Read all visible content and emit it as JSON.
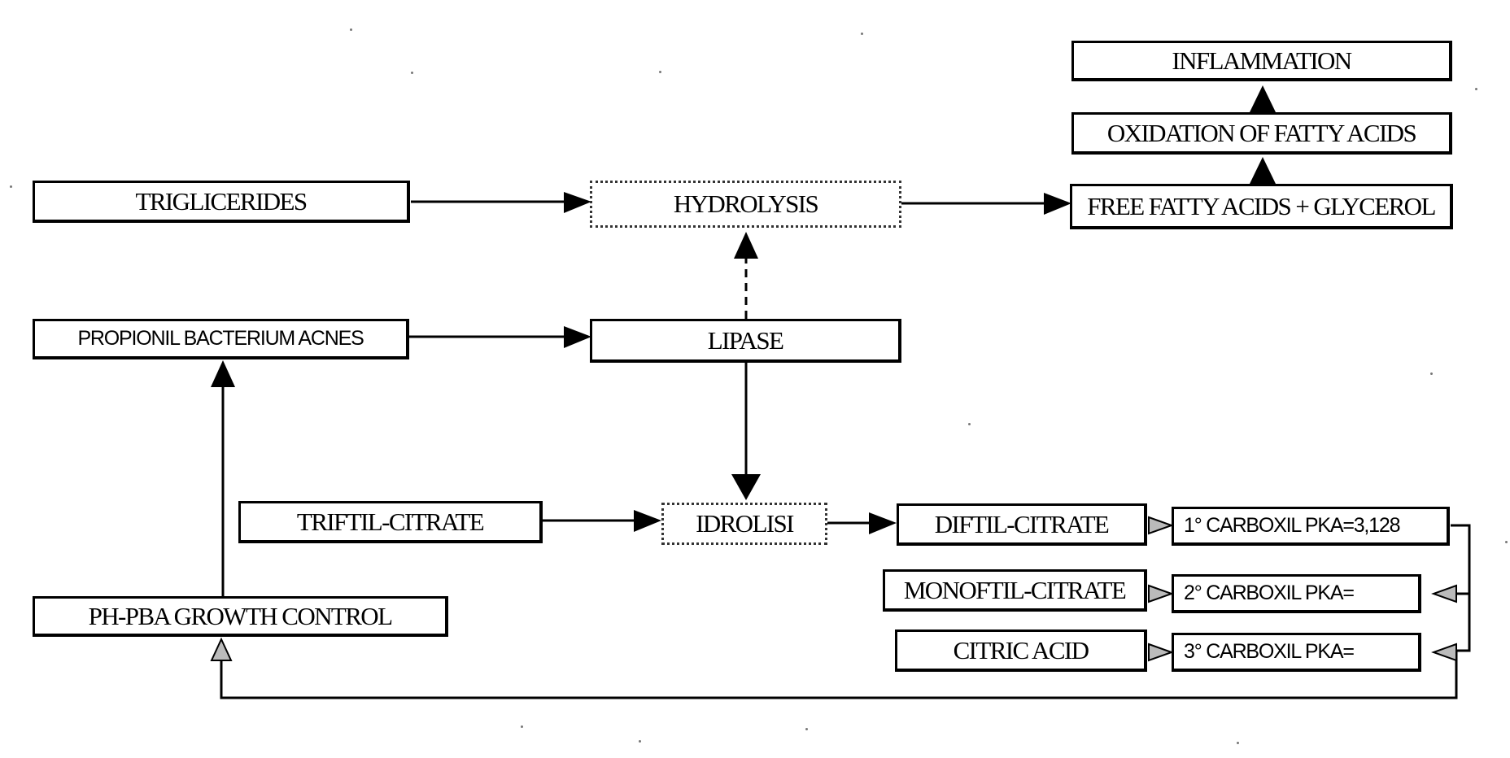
{
  "diagram": {
    "nodes": {
      "inflammation": "INFLAMMATION",
      "oxidation": "OXIDATION OF FATTY ACIDS",
      "triglicerides": "TRIGLICERIDES",
      "hydrolysis": "HYDROLYSIS",
      "free_fatty_acids": "FREE FATTY ACIDS + GLYCEROL",
      "propionil": "PROPIONIL BACTERIUM ACNES",
      "lipase": "LIPASE",
      "trifil_citrate": "TRIFTIL-CITRATE",
      "idrolisi": "IDROLISI",
      "difil_citrate": "DIFTIL-CITRATE",
      "carboxil_1": "1° CARBOXIL  PKA=3,128",
      "monofil_citrate": "MONOFTIL-CITRATE",
      "carboxil_2": "2° CARBOXIL  PKA=",
      "citric_acid": "CITRIC ACID",
      "carboxil_3": "3° CARBOXIL  PKA=",
      "ph_growth": "PH-PBA GROWTH CONTROL"
    },
    "line_color": "#000000",
    "dashed_connector": "lipase-to-hydrolysis"
  }
}
